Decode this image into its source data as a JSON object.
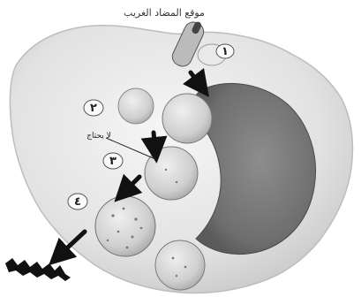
{
  "labels": {
    "top": "موقع المضاد الغريب",
    "side": "لا يحتاج"
  },
  "steps": [
    {
      "id": "step-1",
      "text": "١"
    },
    {
      "id": "step-2",
      "text": "٢"
    },
    {
      "id": "step-3",
      "text": "٣"
    },
    {
      "id": "step-4",
      "text": "٤"
    }
  ],
  "colors": {
    "cell": "#dedede",
    "nucleus": "#7c7c7c",
    "vesicle": "#c7c7c7",
    "arrow": "#111111"
  }
}
